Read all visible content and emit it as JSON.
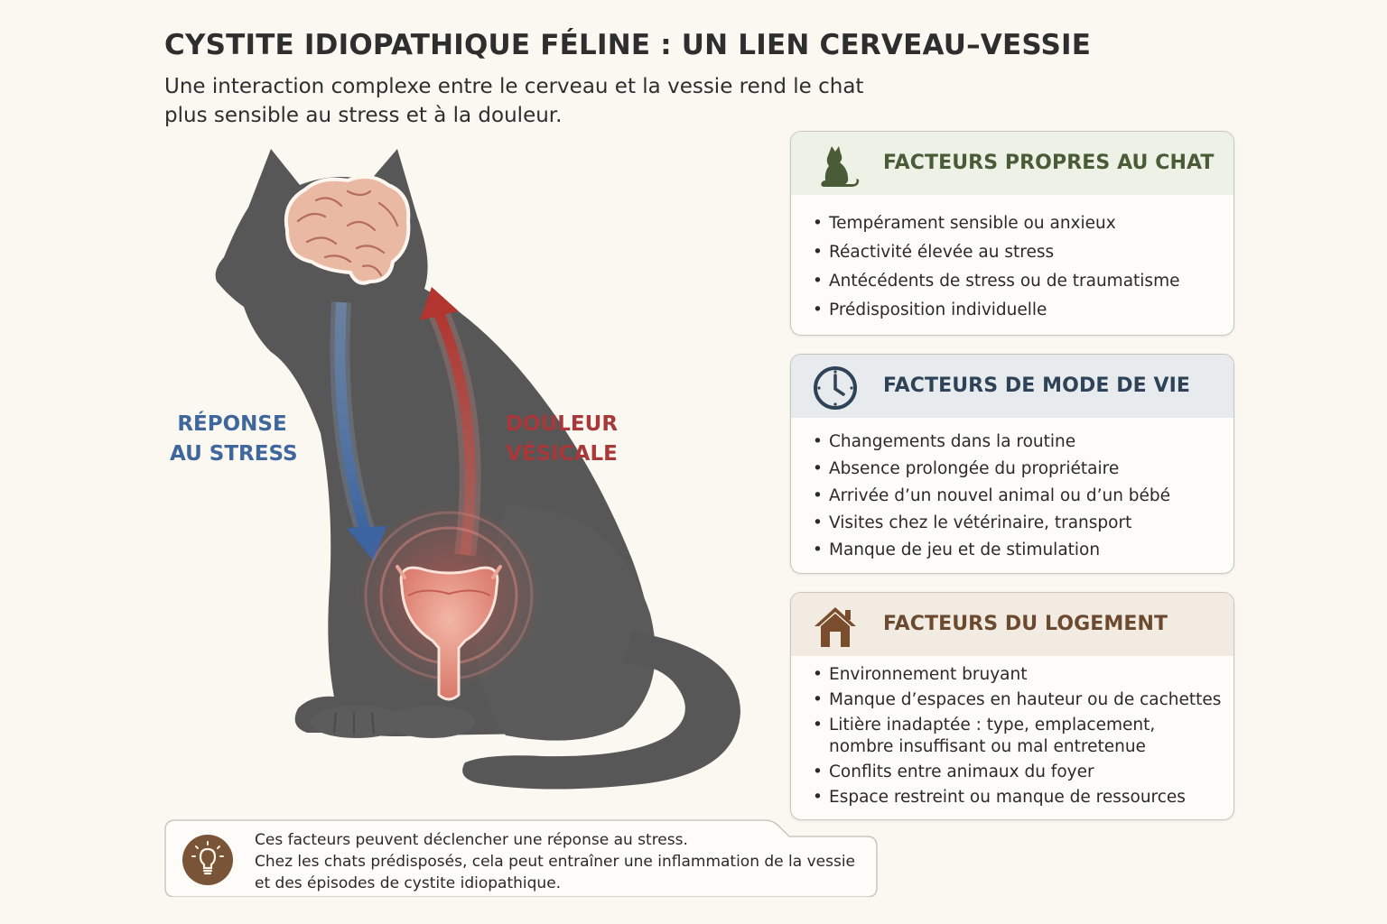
{
  "title": "CYSTITE IDIOPATHIQUE FÉLINE : UN LIEN CERVEAU–VESSIE",
  "subtitle": {
    "line1": "Une interaction complexe entre le cerveau et la vessie rend le chat",
    "line2": "plus sensible au stress et à la douleur."
  },
  "arrows": {
    "stress": {
      "line1": "RÉPONSE",
      "line2": "AU STRESS",
      "color": "#3f679c"
    },
    "pain": {
      "line1": "DOULEUR",
      "line2": "VÉSICALE",
      "color": "#a8383a"
    }
  },
  "illustration": {
    "silhouette": "cat-silhouette",
    "organs": [
      "brain-icon",
      "bladder-icon"
    ]
  },
  "panels": [
    {
      "icon": "cat-icon",
      "title": "FACTEURS PROPRES AU CHAT",
      "accent": "#4a5b38",
      "items": [
        "Tempérament sensible ou anxieux",
        "Réactivité élevée au stress",
        "Antécédents de stress ou de traumatisme",
        "Prédisposition individuelle"
      ]
    },
    {
      "icon": "clock-icon",
      "title": "FACTEURS DE MODE DE VIE",
      "accent": "#2f4358",
      "items": [
        "Changements dans la routine",
        "Absence prolongée du propriétaire",
        "Arrivée d’un nouvel animal ou d’un bébé",
        "Visites chez le vétérinaire, transport",
        "Manque de jeu et de stimulation"
      ]
    },
    {
      "icon": "house-icon",
      "title": "FACTEURS DU LOGEMENT",
      "accent": "#6b4a30",
      "items": [
        "Environnement bruyant",
        "Manque d’espaces en hauteur ou de cachettes",
        "Litière inadaptée : type, emplacement,",
        "nombre insuffisant ou mal entretenue",
        "Conflits entre animaux du foyer",
        "Espace restreint ou manque de ressources"
      ]
    }
  ],
  "note": {
    "icon": "lightbulb-icon",
    "line1": "Ces facteurs peuvent déclencher une réponse au stress.",
    "line2": "Chez les chats prédisposés, cela peut entraîner une inflammation de la vessie",
    "line3": "et des épisodes de cystite idiopathique."
  }
}
